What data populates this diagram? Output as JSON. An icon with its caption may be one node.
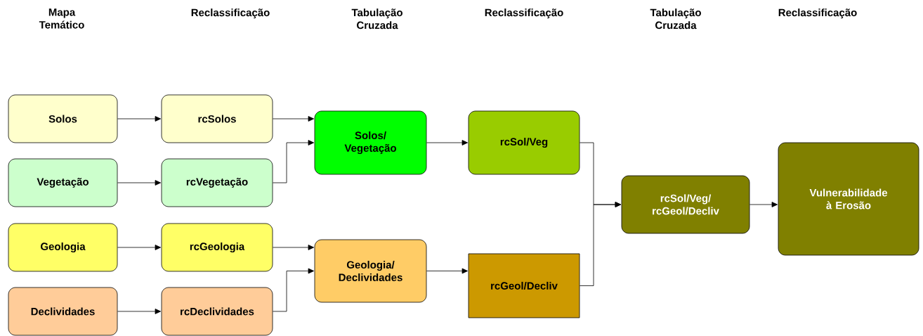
{
  "diagram": {
    "nodes": [
      {
        "text": [
          "Solos"
        ]
      },
      {
        "text": [
          "rcSolos"
        ]
      },
      {
        "text": [
          "Vegetação"
        ]
      },
      {
        "text": [
          "rcVegetação"
        ]
      },
      {
        "text": [
          "Geologia"
        ]
      },
      {
        "text": [
          "rcGeologia"
        ]
      },
      {
        "text": [
          "Declividades"
        ]
      },
      {
        "text": [
          "rcDeclividades"
        ]
      },
      {
        "text": [
          "Solos/ Vegetação"
        ]
      },
      {
        "text": [
          "rcSol/Veg"
        ]
      },
      {
        "text": [
          "Geologia/ Declividades"
        ]
      },
      {
        "text": [
          "rcGeol/Decliv"
        ]
      },
      {
        "text": [
          "rcSol/Veg/ rcGeol/Decliv"
        ]
      },
      {
        "text": [
          "Vulnerabilidade à Erosão"
        ]
      }
    ],
    "edges": [
      {
        "from": 0,
        "to": 1,
        "arrow": "to"
      },
      {
        "from": 2,
        "to": 3,
        "arrow": "to"
      },
      {
        "from": 4,
        "to": 5,
        "arrow": "to"
      },
      {
        "from": 6,
        "to": 7,
        "arrow": "to"
      },
      {
        "from": 1,
        "to": 8,
        "arrow": "to"
      },
      {
        "from": 3,
        "to": 8,
        "arrow": "to"
      },
      {
        "from": 5,
        "to": 10,
        "arrow": "to"
      },
      {
        "from": 7,
        "to": 10,
        "arrow": "to"
      },
      {
        "from": 8,
        "to": 9,
        "arrow": "to"
      },
      {
        "from": 10,
        "to": 11,
        "arrow": "to"
      },
      {
        "from": 9,
        "to": 12,
        "arrow": "to"
      },
      {
        "from": 11,
        "to": 12,
        "arrow": "to"
      },
      {
        "from": 12,
        "to": 13,
        "arrow": "to"
      }
    ],
    "labels": [
      "Mapa Temático",
      "Reclassificação",
      "Tabulação Cruzada",
      "Reclassificação",
      "Tabulação Cruzada",
      "Reclassificação"
    ]
  }
}
